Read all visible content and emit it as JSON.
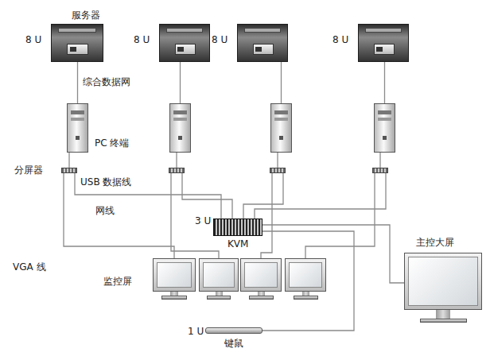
{
  "diagram": {
    "nodes": [
      {
        "text": [
          "服务器",
          "8 U"
        ]
      },
      {
        "text": [
          "8 U"
        ]
      },
      {
        "text": [
          "8 U"
        ]
      },
      {
        "text": [
          "8 U"
        ]
      },
      {
        "text": [
          "PC 终端"
        ]
      },
      {
        "text": []
      },
      {
        "text": []
      },
      {
        "text": []
      },
      {
        "text": [
          "分屏器"
        ]
      },
      {
        "text": []
      },
      {
        "text": []
      },
      {
        "text": []
      },
      {
        "text": [
          "3 U",
          "KVM"
        ]
      },
      {
        "text": [
          "监控屏"
        ]
      },
      {
        "text": []
      },
      {
        "text": []
      },
      {
        "text": []
      },
      {
        "text": [
          "主控大屏"
        ]
      },
      {
        "text": [
          "1 U",
          "键鼠"
        ]
      }
    ],
    "edges": [
      {
        "from": 0,
        "to": 4,
        "arrow": "none",
        "label": "综合数据网"
      },
      {
        "from": 1,
        "to": 5,
        "arrow": "none"
      },
      {
        "from": 2,
        "to": 6,
        "arrow": "none"
      },
      {
        "from": 3,
        "to": 7,
        "arrow": "none"
      },
      {
        "from": 4,
        "to": 8,
        "arrow": "none"
      },
      {
        "from": 5,
        "to": 9,
        "arrow": "none"
      },
      {
        "from": 6,
        "to": 10,
        "arrow": "none"
      },
      {
        "from": 7,
        "to": 11,
        "arrow": "none"
      },
      {
        "from": 8,
        "to": 12,
        "arrow": "none"
      },
      {
        "from": 9,
        "to": 12,
        "arrow": "none"
      },
      {
        "from": 10,
        "to": 12,
        "arrow": "none"
      },
      {
        "from": 11,
        "to": 12,
        "arrow": "none"
      },
      {
        "from": 8,
        "to": 13,
        "arrow": "none"
      },
      {
        "from": 9,
        "to": 14,
        "arrow": "none"
      },
      {
        "from": 10,
        "to": 15,
        "arrow": "none"
      },
      {
        "from": 11,
        "to": 16,
        "arrow": "none"
      },
      {
        "from": 12,
        "to": 17,
        "arrow": "none"
      },
      {
        "from": 18,
        "to": 12,
        "arrow": "none"
      }
    ],
    "labels": [
      "USB 数据线",
      "网线",
      "VGA 线"
    ]
  }
}
